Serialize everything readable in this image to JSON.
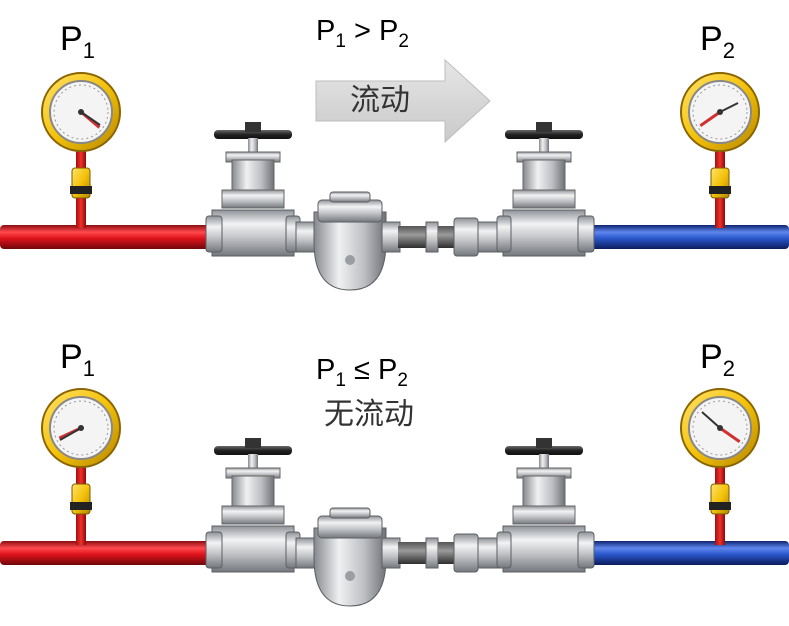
{
  "colors": {
    "inlet_pipe": "#e0141c",
    "outlet_pipe": "#2a58cc",
    "gauge_ring": "#f4c20a",
    "gauge_needle": "#d03030",
    "valve_stem": "#d9b000",
    "valve_body": "#c7c9cc",
    "handwheel": "#2b2b2b",
    "flow_arrow": "#d4d4d4"
  },
  "panels": [
    {
      "p1": {
        "letter": "P",
        "sub": "1"
      },
      "p2": {
        "letter": "P",
        "sub": "2"
      },
      "relation": {
        "left_letter": "P",
        "left_sub": "1",
        "operator": ">",
        "right_letter": "P",
        "right_sub": "2"
      },
      "state_text": "流动",
      "flow_arrow": true,
      "gauge_left_needle_deg": 130,
      "gauge_right_needle_deg": 235
    },
    {
      "p1": {
        "letter": "P",
        "sub": "1"
      },
      "p2": {
        "letter": "P",
        "sub": "2"
      },
      "relation": {
        "left_letter": "P",
        "left_sub": "1",
        "operator": "≤",
        "right_letter": "P",
        "right_sub": "2"
      },
      "state_text": "无流动",
      "flow_arrow": false,
      "gauge_left_needle_deg": 245,
      "gauge_right_needle_deg": 125
    }
  ]
}
